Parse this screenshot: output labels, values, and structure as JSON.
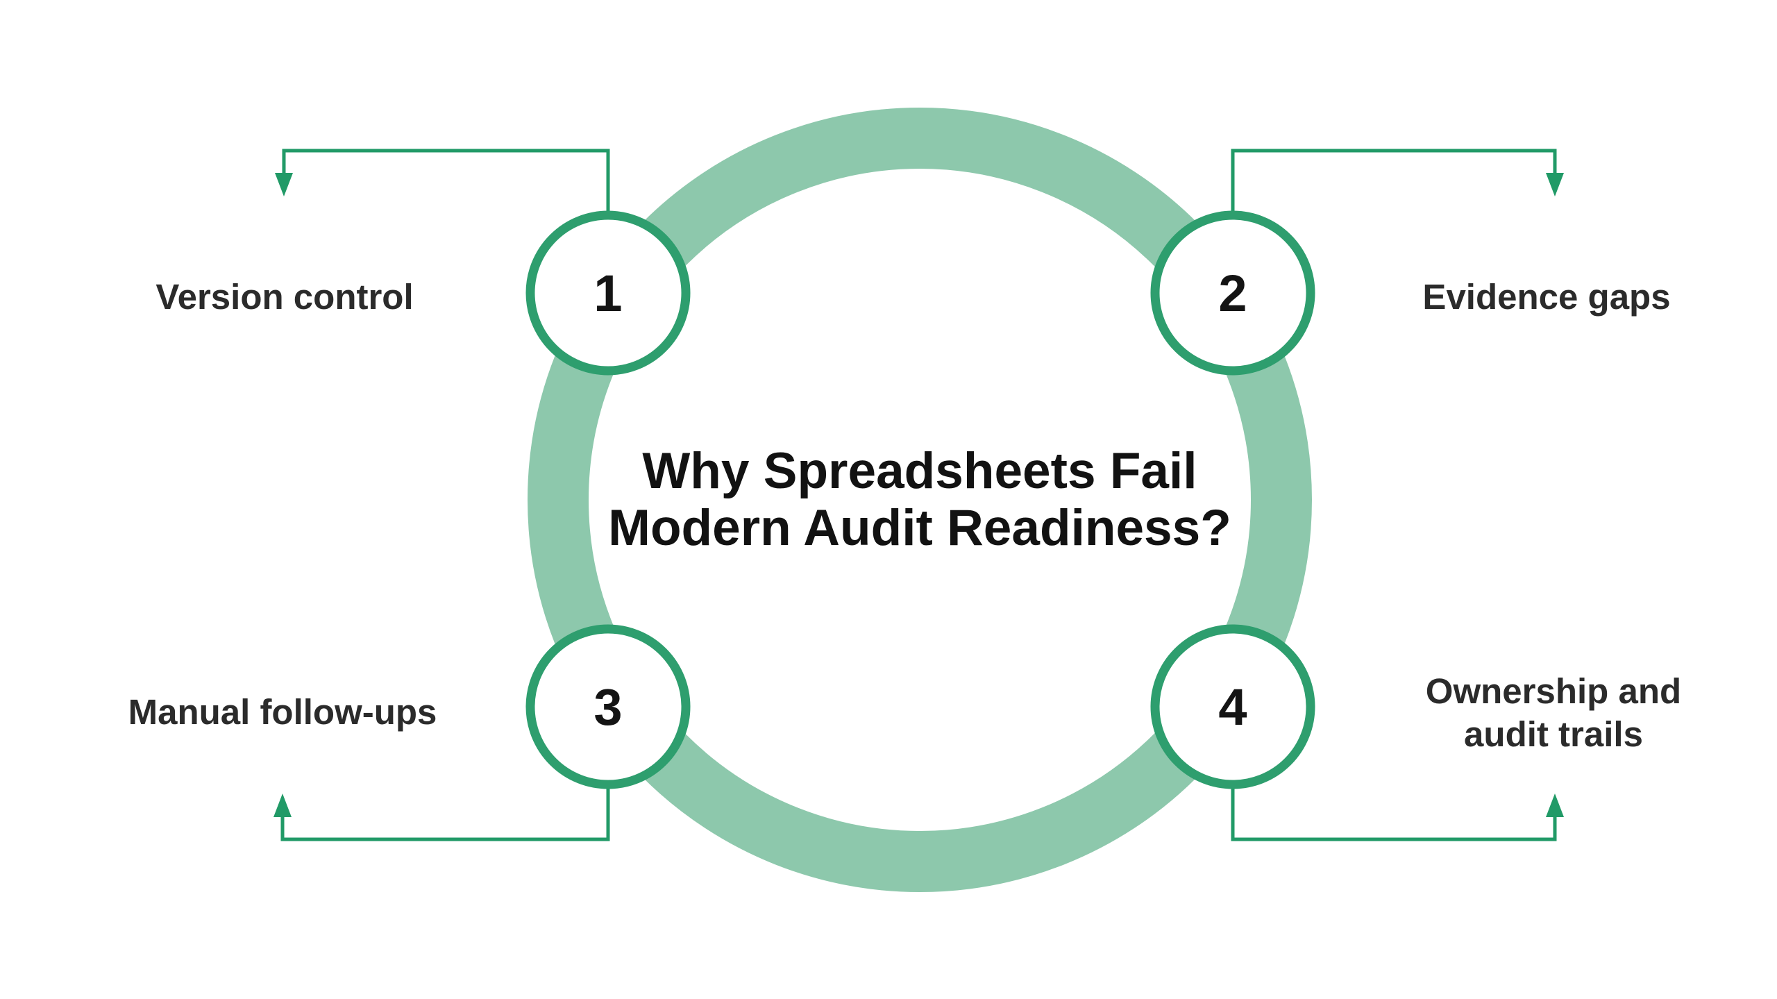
{
  "title": {
    "line1": "Why Spreadsheets Fail",
    "line2": "Modern Audit Readiness?"
  },
  "items": [
    {
      "number": "1",
      "label": "Version control",
      "position": "top-left"
    },
    {
      "number": "2",
      "label": "Evidence gaps",
      "position": "top-right"
    },
    {
      "number": "3",
      "label": "Manual follow-ups",
      "position": "bottom-left"
    },
    {
      "number": "4",
      "label": "Ownership and audit trails",
      "position": "bottom-right"
    }
  ],
  "colors": {
    "background": "#ffffff",
    "ring": "#8dc8ac",
    "circle_stroke": "#2e9e6e",
    "circle_fill": "#ffffff",
    "connector": "#219a67",
    "title_text": "#121212",
    "label_text": "#2b2b2b",
    "number_text": "#141414"
  }
}
